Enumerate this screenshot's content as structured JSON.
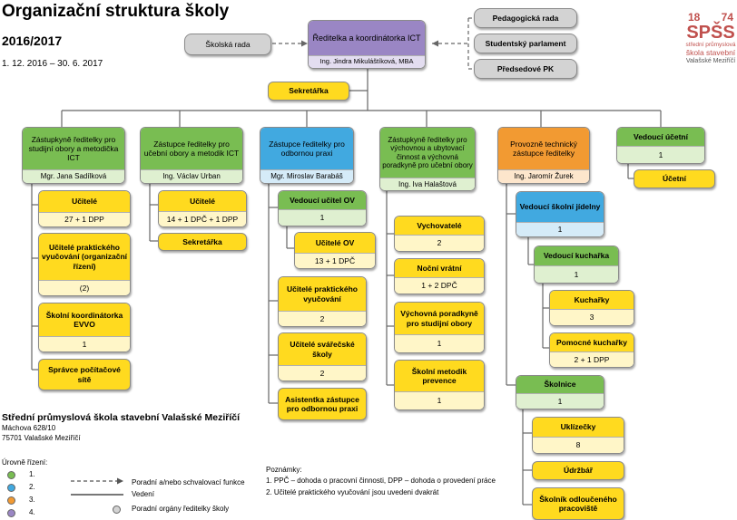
{
  "header": {
    "title": "Organizační struktura školy",
    "year": "2016/2017",
    "period": "1. 12. 2016 – 30. 6. 2017"
  },
  "logo": {
    "year_left": "18",
    "year_right": "74",
    "letters": "SPŠS",
    "line1": "střední průmyslová",
    "line2": "škola stavební",
    "line3": "Valašské Meziříčí"
  },
  "top": {
    "director_title": "Ředitelka a koordinátorka ICT",
    "director_name": "Ing. Jindra Mikuláštíková, MBA",
    "school_board": "Školská rada",
    "secretary": "Sekretářka",
    "ped_board": "Pedagogická rada",
    "student_parliament": "Studentský parlament",
    "pk_chairs": "Předsedové PK"
  },
  "columns": {
    "c1": {
      "head": "Zástupkyně ředitelky pro studijní obory a metodička ICT",
      "name": "Mgr. Jana Sadílková",
      "items": [
        {
          "title": "Učitelé",
          "count": "27 + 1 DPP"
        },
        {
          "title": "Učitelé praktického vyučování (organizační řízení)",
          "count": "(2)"
        },
        {
          "title": "Školní koordinátorka EVVO",
          "count": "1"
        },
        {
          "title": "Správce počítačové sítě",
          "count": ""
        }
      ]
    },
    "c2": {
      "head": "Zástupce ředitelky pro učební obory a metodik ICT",
      "name": "Ing. Václav Urban",
      "items": [
        {
          "title": "Učitelé",
          "count": "14 + 1 DPČ + 1 DPP"
        },
        {
          "title": "Sekretářka",
          "count": ""
        }
      ]
    },
    "c3": {
      "head": "Zástupce ředitelky pro odbornou praxi",
      "name": "Mgr. Miroslav Barabáš",
      "sub_head": "Vedoucí učitel OV",
      "sub_count": "1",
      "sub_item": {
        "title": "Učitelé OV",
        "count": "13 + 1 DPČ"
      },
      "items": [
        {
          "title": "Učitelé praktického vyučování",
          "count": "2"
        },
        {
          "title": "Učitelé svářečské školy",
          "count": "2"
        },
        {
          "title": "Asistentka zástupce pro odbornou praxi",
          "count": ""
        }
      ]
    },
    "c4": {
      "head": "Zástupkyně ředitelky pro výchovnou a ubytovací činnost a výchovná poradkyně pro učební obory",
      "name": "Ing. Iva Halaštová",
      "items": [
        {
          "title": "Vychovatelé",
          "count": "2"
        },
        {
          "title": "Noční vrátní",
          "count": "1 + 2 DPČ"
        },
        {
          "title": "Výchovná poradkyně pro studijní obory",
          "count": "1"
        },
        {
          "title": "Školní metodik prevence",
          "count": "1"
        }
      ]
    },
    "c5": {
      "head": "Provozně technický zástupce ředitelky",
      "name": "Ing. Jaromír Žurek",
      "canteen": {
        "title": "Vedoucí školní jídelny",
        "count": "1"
      },
      "cook_head": {
        "title": "Vedoucí kuchařka",
        "count": "1"
      },
      "cooks": {
        "title": "Kuchařky",
        "count": "3"
      },
      "helpers": {
        "title": "Pomocné kuchařky",
        "count": "2 + 1 DPP"
      },
      "janitor": {
        "title": "Školnice",
        "count": "1"
      },
      "cleaners": {
        "title": "Uklízečky",
        "count": "8"
      },
      "maintenance": {
        "title": "Údržbář",
        "count": ""
      },
      "branch": {
        "title": "Školník odloučeného pracoviště",
        "count": ""
      }
    },
    "c6": {
      "head": "Vedoucí účetní",
      "count": "1",
      "items": [
        {
          "title": "Účetní",
          "count": ""
        }
      ]
    }
  },
  "school": {
    "name": "Střední průmyslová škola stavební Valašské Meziříčí",
    "street": "Máchova 628/10",
    "city": "75701 Valašské Meziříčí"
  },
  "legend": {
    "title": "Úrovně řízení:",
    "levels": [
      "1.",
      "2.",
      "3.",
      "4."
    ],
    "level_colors": [
      "#79bd52",
      "#41a9e0",
      "#f29a32",
      "#9a86c4"
    ],
    "dashed": "Poradní a/nebo schvalovací funkce",
    "solid": "Vedení",
    "gray": "Poradní orgány ředitelky školy"
  },
  "notes": {
    "title": "Poznámky:",
    "n1": "1. PPČ – dohoda o pracovní činnosti, DPP – dohoda o provedení práce",
    "n2": "2. Učitelé praktického vyučování jsou uvedeni dvakrát"
  }
}
